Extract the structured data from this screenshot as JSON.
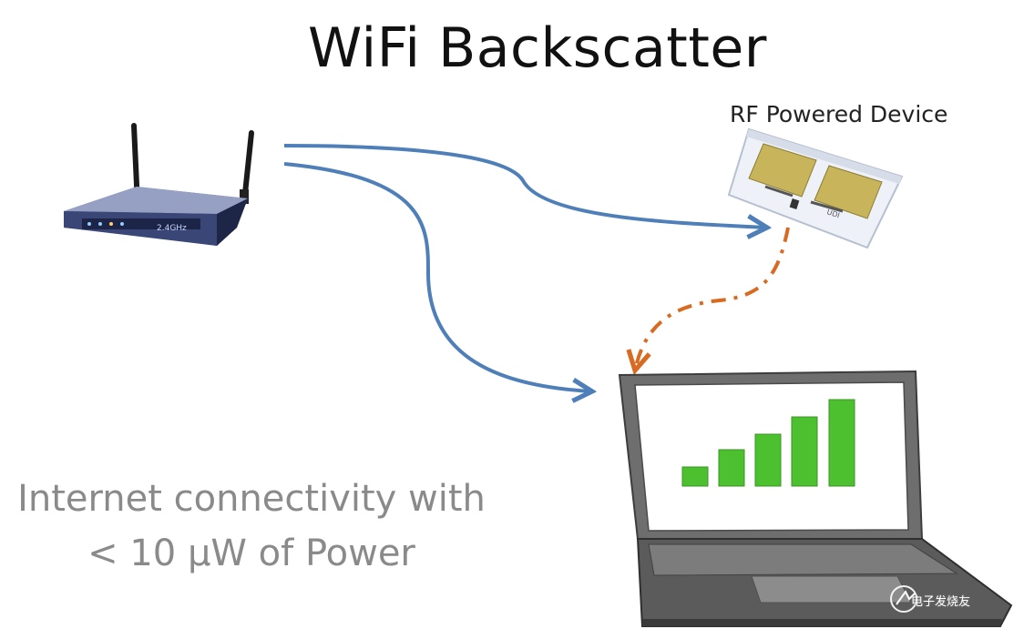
{
  "title": "WiFi Backscatter",
  "device_label": "RF Powered Device",
  "caption": {
    "line1": "Internet connectivity with",
    "line2": "< 10 µW of Power"
  },
  "router": {
    "icon": "wifi-router-icon",
    "panel_text": "2.4GHz"
  },
  "tag": {
    "icon": "rf-tag-icon",
    "chip_text": "UDI"
  },
  "laptop": {
    "icon": "laptop-icon",
    "signal_bars": 5
  },
  "watermark": "电子发烧友",
  "colors": {
    "arrow_blue": "#4f7fb8",
    "arrow_orange": "#d86a22",
    "bar_green": "#4dc02f",
    "caption_gray": "#8a8a8a"
  }
}
